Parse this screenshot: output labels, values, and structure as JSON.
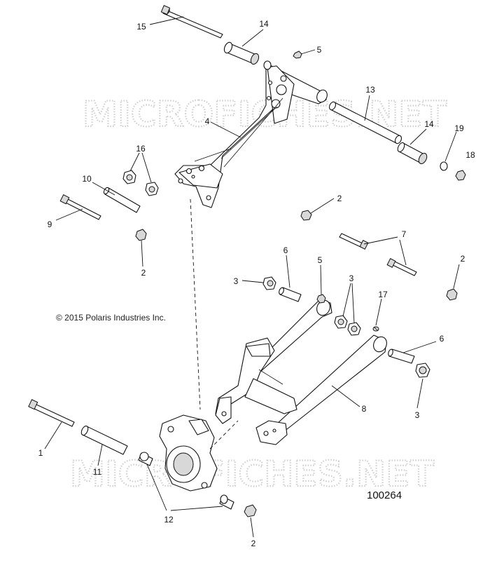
{
  "watermark": {
    "text": "MICROFICHES.NET"
  },
  "copyright": "© 2015 Polaris Industries Inc.",
  "drawing_number": "100264",
  "callouts": [
    {
      "id": "c15",
      "label": "15"
    },
    {
      "id": "c14a",
      "label": "14"
    },
    {
      "id": "c5a",
      "label": "5"
    },
    {
      "id": "c13",
      "label": "13"
    },
    {
      "id": "c4",
      "label": "4"
    },
    {
      "id": "c14b",
      "label": "14"
    },
    {
      "id": "c19",
      "label": "19"
    },
    {
      "id": "c18",
      "label": "18"
    },
    {
      "id": "c16",
      "label": "16"
    },
    {
      "id": "c10",
      "label": "10"
    },
    {
      "id": "c9",
      "label": "9"
    },
    {
      "id": "c2a",
      "label": "2"
    },
    {
      "id": "c2b",
      "label": "2"
    },
    {
      "id": "c7",
      "label": "7"
    },
    {
      "id": "c2c",
      "label": "2"
    },
    {
      "id": "c6a",
      "label": "6"
    },
    {
      "id": "c5b",
      "label": "5"
    },
    {
      "id": "c3a",
      "label": "3"
    },
    {
      "id": "c3b",
      "label": "3"
    },
    {
      "id": "c17",
      "label": "17"
    },
    {
      "id": "c6b",
      "label": "6"
    },
    {
      "id": "c3c",
      "label": "3"
    },
    {
      "id": "c8",
      "label": "8"
    },
    {
      "id": "c1",
      "label": "1"
    },
    {
      "id": "c11",
      "label": "11"
    },
    {
      "id": "c12",
      "label": "12"
    },
    {
      "id": "c2d",
      "label": "2"
    }
  ]
}
